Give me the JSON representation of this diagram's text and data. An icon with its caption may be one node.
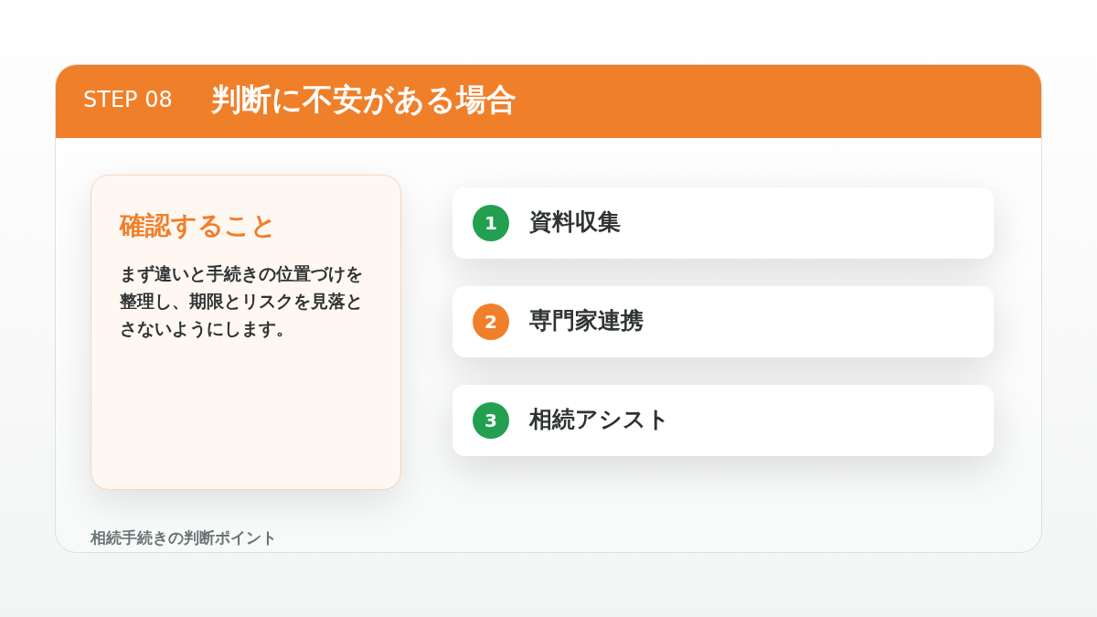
{
  "diagram": {
    "nodes": [
      {
        "text": [
          "STEP 08",
          "判断に不安がある場合"
        ]
      },
      {
        "text": [
          "確認すること",
          "まず違いと手続きの位置づけを整理し、期限とリスクを見落とさないようにします。"
        ],
        "in": 0
      },
      {
        "text": [
          "資料収集"
        ],
        "in": 0
      },
      {
        "text": [
          "1"
        ],
        "in": 2
      },
      {
        "text": [
          "専門家連携"
        ],
        "in": 0
      },
      {
        "text": [
          "2"
        ],
        "in": 4
      },
      {
        "text": [
          "相続アシスト"
        ],
        "in": 0
      },
      {
        "text": [
          "3"
        ],
        "in": 6
      }
    ],
    "labels": [
      "相続手続きの判断ポイント"
    ]
  }
}
